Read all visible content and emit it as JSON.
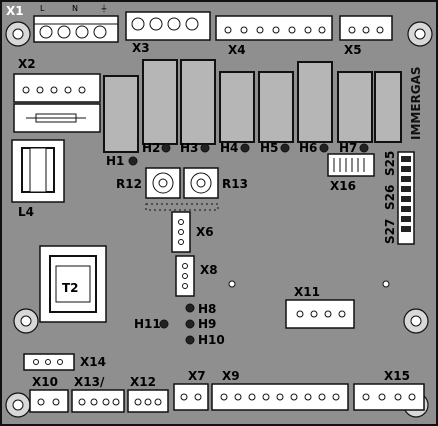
{
  "labels": {
    "X1": "X1",
    "L": "L",
    "N": "N",
    "X2": "X2",
    "X3": "X3",
    "X4": "X4",
    "X5": "X5",
    "L4": "L4",
    "H1": "H1",
    "H2": "H2",
    "H3": "H3",
    "H4": "H4",
    "H5": "H5",
    "H6": "H6",
    "H7": "H7",
    "R12": "R12",
    "R13": "R13",
    "X16": "X16",
    "S25": "S25",
    "S26": "S26",
    "S27": "S27",
    "X6": "X6",
    "X8": "X8",
    "T2": "T2",
    "X11": "X11",
    "H8": "H8",
    "H9": "H9",
    "H10": "H10",
    "H11": "H11",
    "X14": "X14",
    "X10": "X10",
    "X13": "X13/",
    "X12": "X12",
    "X7": "X7",
    "X9": "X9",
    "X15": "X15"
  },
  "brand": "IMMERGAS",
  "colors": {
    "board": "#8f8f8f",
    "relay": "#b6b6b6",
    "white": "#ffffff",
    "outline": "#111111"
  }
}
